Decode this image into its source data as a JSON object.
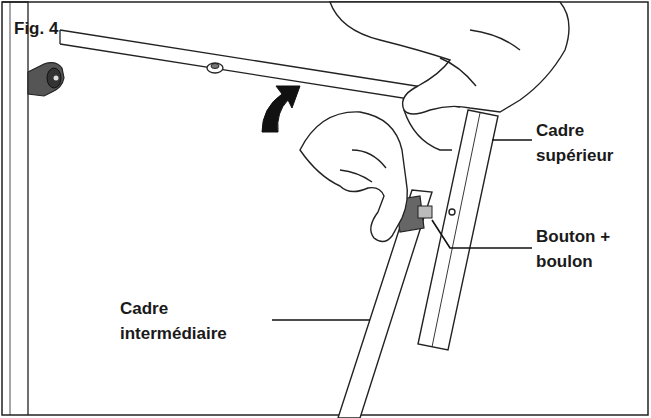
{
  "diagram": {
    "title": "Fig. 4",
    "labels": [
      "Cadre supérieur",
      "Bouton + boulon",
      "Cadre intermédiaire"
    ]
  }
}
